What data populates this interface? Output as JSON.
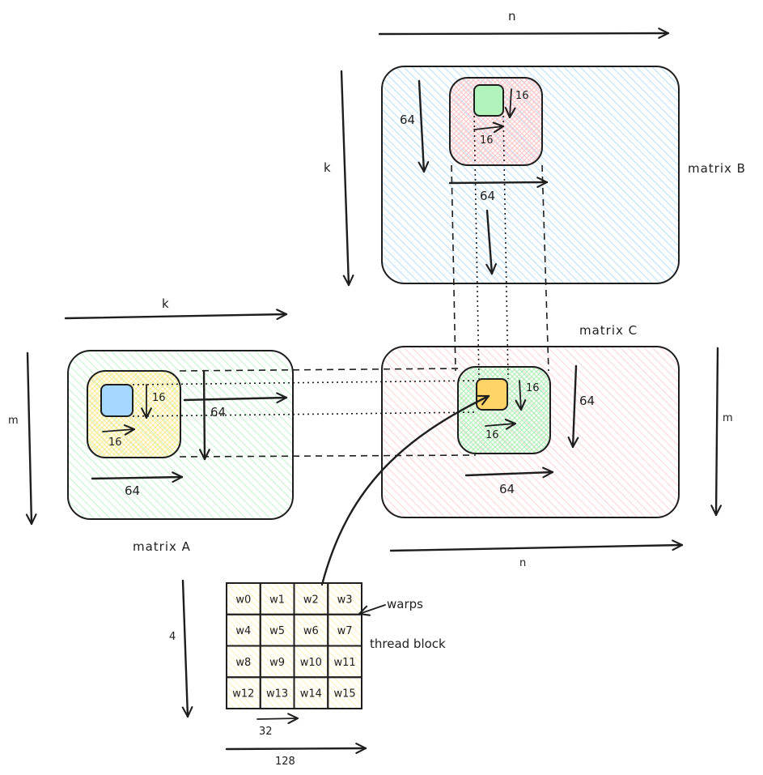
{
  "colors": {
    "stroke": "#1e1e1e",
    "matrix_a_fill": "#b2f2bb",
    "matrix_b_fill": "#a5d8ff",
    "matrix_c_fill": "#ffc9c9",
    "tile_a_fill": "#ffec99",
    "tile_b_fill": "#ffc9c9",
    "tile_c_fill": "#b2f2bb",
    "warp_tile_a": "#a5d8ff",
    "warp_tile_b": "#b2f2bb",
    "warp_tile_c": "#ffd466",
    "thread_block_fill": "#fff3bf"
  },
  "matrix_b": {
    "title": "matrix B",
    "dim_n": "n",
    "dim_k": "k",
    "tile_height": "64",
    "tile_width": "64",
    "warp_height": "16",
    "warp_width": "16"
  },
  "matrix_a": {
    "title": "matrix A",
    "dim_k": "k",
    "dim_m": "m",
    "tile_height": "64",
    "tile_width": "64",
    "warp_height": "16",
    "warp_width": "16"
  },
  "matrix_c": {
    "title": "matrix C",
    "dim_n": "n",
    "dim_m": "m",
    "tile_height": "64",
    "tile_width": "64",
    "warp_height": "16",
    "warp_width": "16"
  },
  "thread_block": {
    "warps_label": "warps",
    "block_label": "thread block",
    "rows_label": "4",
    "warp_width_label": "32",
    "block_width_label": "128",
    "warps": [
      "w0",
      "w1",
      "w2",
      "w3",
      "w4",
      "w5",
      "w6",
      "w7",
      "w8",
      "w9",
      "w10",
      "w11",
      "w12",
      "w13",
      "w14",
      "w15"
    ]
  }
}
